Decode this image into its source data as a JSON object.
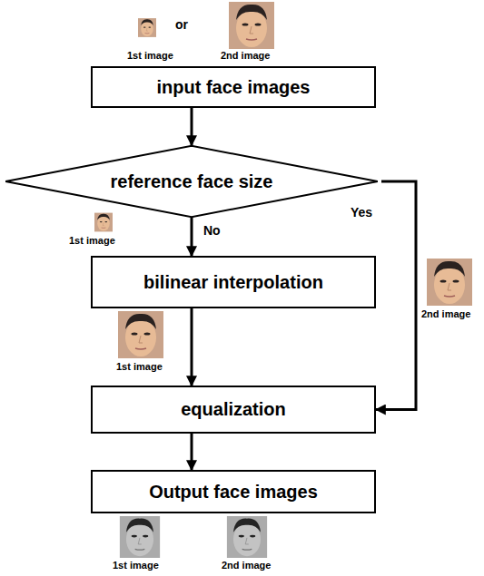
{
  "diagram": {
    "nodes": [
      {
        "text": [
          "input face images"
        ]
      },
      {
        "text": [
          "reference face size"
        ]
      },
      {
        "text": [
          "bilinear interpolation"
        ]
      },
      {
        "text": [
          "equalization"
        ]
      },
      {
        "text": [
          "Output face images"
        ]
      }
    ],
    "edges": [
      {
        "from": 0,
        "to": 1,
        "arrow": "to"
      },
      {
        "from": 1,
        "to": 2,
        "label": "No",
        "arrow": "to"
      },
      {
        "from": 1,
        "to": 3,
        "label": "Yes",
        "arrow": "to"
      },
      {
        "from": 2,
        "to": 3,
        "arrow": "to"
      },
      {
        "from": 3,
        "to": 4,
        "arrow": "to"
      }
    ],
    "labels": [
      "or",
      "1st image",
      "2nd image",
      "1st image",
      "1st image",
      "2nd image",
      "1st image",
      "2nd image"
    ]
  }
}
